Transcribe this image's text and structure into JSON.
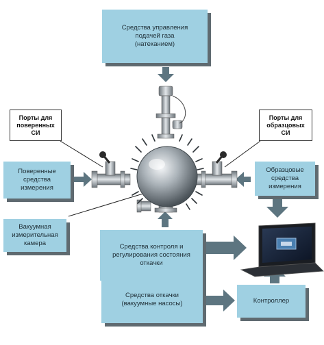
{
  "blocks": {
    "gas_supply": "Средства управления\nподачей газа\n(натеканием)",
    "verified_si": "Поверенные\nсредства\nизмерения",
    "reference_si": "Образцовые\nсредства\nизмерения",
    "vacuum_chamber": "Вакуумная\nизмерительная\nкамера",
    "pumping_control": "Средства контроля и\nрегулирования состояния\nоткачки",
    "pumping_means": "Средства откачки\n(вакуумные насосы)",
    "controller": "Контроллер"
  },
  "labels": {
    "ports_verified": "Порты для\nповеренных\nСИ",
    "ports_reference": "Порты для\nобразцовых\nСИ"
  },
  "colors": {
    "box_fill": "#9fd0e2",
    "box_shadow": "#5f6a70",
    "arrow": "#5d7580"
  }
}
